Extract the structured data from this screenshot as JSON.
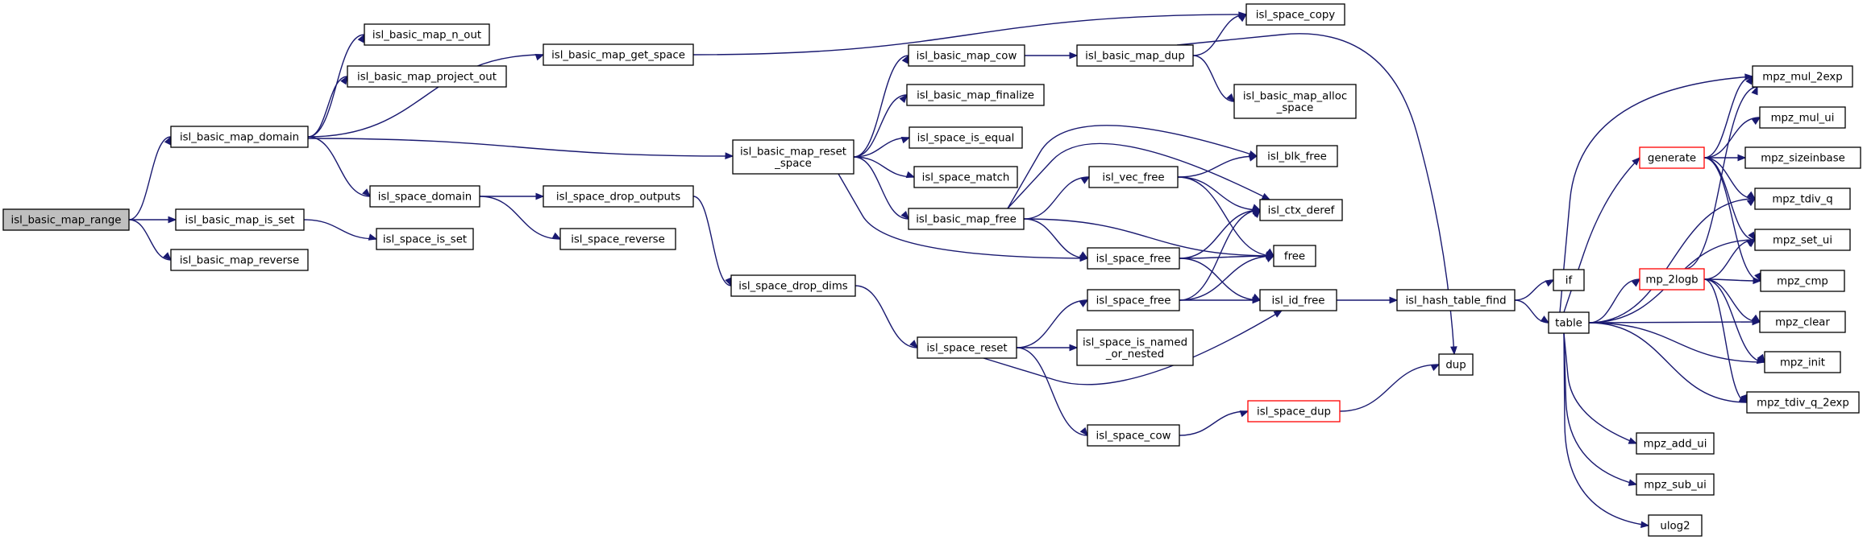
{
  "colors": {
    "edge": "#191970",
    "root_fill": "#bfbfbf",
    "highlight_border": "#ff0000"
  },
  "nodes": [
    {
      "id": "range",
      "lines": [
        "isl_basic_map_range"
      ],
      "style": "root"
    },
    {
      "id": "domain",
      "lines": [
        "isl_basic_map_domain"
      ]
    },
    {
      "id": "is_set",
      "lines": [
        "isl_basic_map_is_set"
      ]
    },
    {
      "id": "reverse",
      "lines": [
        "isl_basic_map_reverse"
      ]
    },
    {
      "id": "n_out",
      "lines": [
        "isl_basic_map_n_out"
      ]
    },
    {
      "id": "project_out",
      "lines": [
        "isl_basic_map_project_out"
      ]
    },
    {
      "id": "get_space",
      "lines": [
        "isl_basic_map_get_space"
      ]
    },
    {
      "id": "reset_space",
      "lines": [
        "isl_basic_map_reset",
        "_space"
      ]
    },
    {
      "id": "space_domain",
      "lines": [
        "isl_space_domain"
      ]
    },
    {
      "id": "space_is_set",
      "lines": [
        "isl_space_is_set"
      ]
    },
    {
      "id": "drop_outputs",
      "lines": [
        "isl_space_drop_outputs"
      ]
    },
    {
      "id": "space_reverse",
      "lines": [
        "isl_space_reverse"
      ]
    },
    {
      "id": "drop_dims",
      "lines": [
        "isl_space_drop_dims"
      ]
    },
    {
      "id": "space_copy",
      "lines": [
        "isl_space_copy"
      ]
    },
    {
      "id": "map_cow",
      "lines": [
        "isl_basic_map_cow"
      ]
    },
    {
      "id": "map_dup",
      "lines": [
        "isl_basic_map_dup"
      ]
    },
    {
      "id": "alloc_space",
      "lines": [
        "isl_basic_map_alloc",
        "_space"
      ]
    },
    {
      "id": "finalize",
      "lines": [
        "isl_basic_map_finalize"
      ]
    },
    {
      "id": "is_equal",
      "lines": [
        "isl_space_is_equal"
      ]
    },
    {
      "id": "match",
      "lines": [
        "isl_space_match"
      ]
    },
    {
      "id": "map_free",
      "lines": [
        "isl_basic_map_free"
      ]
    },
    {
      "id": "vec_free",
      "lines": [
        "isl_vec_free"
      ]
    },
    {
      "id": "blk_free",
      "lines": [
        "isl_blk_free"
      ]
    },
    {
      "id": "ctx_deref",
      "lines": [
        "isl_ctx_deref"
      ]
    },
    {
      "id": "free",
      "lines": [
        "free"
      ]
    },
    {
      "id": "space_free_a",
      "lines": [
        "isl_space_free"
      ]
    },
    {
      "id": "space_free_b",
      "lines": [
        "isl_space_free"
      ]
    },
    {
      "id": "id_free",
      "lines": [
        "isl_id_free"
      ]
    },
    {
      "id": "space_reset",
      "lines": [
        "isl_space_reset"
      ]
    },
    {
      "id": "named_nested",
      "lines": [
        "isl_space_is_named",
        "_or_nested"
      ]
    },
    {
      "id": "space_cow",
      "lines": [
        "isl_space_cow"
      ]
    },
    {
      "id": "space_dup",
      "lines": [
        "isl_space_dup"
      ],
      "style": "red"
    },
    {
      "id": "dup",
      "lines": [
        "dup"
      ]
    },
    {
      "id": "hash_find",
      "lines": [
        "isl_hash_table_find"
      ]
    },
    {
      "id": "if",
      "lines": [
        "if"
      ]
    },
    {
      "id": "table",
      "lines": [
        "table"
      ]
    },
    {
      "id": "generate",
      "lines": [
        "generate"
      ],
      "style": "red"
    },
    {
      "id": "mp_2logb",
      "lines": [
        "mp_2logb"
      ],
      "style": "red"
    },
    {
      "id": "mul_2exp",
      "lines": [
        "mpz_mul_2exp"
      ]
    },
    {
      "id": "mul_ui",
      "lines": [
        "mpz_mul_ui"
      ]
    },
    {
      "id": "sizeinbase",
      "lines": [
        "mpz_sizeinbase"
      ]
    },
    {
      "id": "tdiv_q",
      "lines": [
        "mpz_tdiv_q"
      ]
    },
    {
      "id": "set_ui",
      "lines": [
        "mpz_set_ui"
      ]
    },
    {
      "id": "cmp",
      "lines": [
        "mpz_cmp"
      ]
    },
    {
      "id": "clear",
      "lines": [
        "mpz_clear"
      ]
    },
    {
      "id": "init",
      "lines": [
        "mpz_init"
      ]
    },
    {
      "id": "tdiv_q_2exp",
      "lines": [
        "mpz_tdiv_q_2exp"
      ]
    },
    {
      "id": "add_ui",
      "lines": [
        "mpz_add_ui"
      ]
    },
    {
      "id": "sub_ui",
      "lines": [
        "mpz_sub_ui"
      ]
    },
    {
      "id": "ulog2",
      "lines": [
        "ulog2"
      ]
    }
  ],
  "edges": [
    [
      "range",
      "domain"
    ],
    [
      "range",
      "is_set"
    ],
    [
      "range",
      "reverse"
    ],
    [
      "domain",
      "n_out"
    ],
    [
      "domain",
      "project_out"
    ],
    [
      "domain",
      "get_space"
    ],
    [
      "domain",
      "reset_space"
    ],
    [
      "domain",
      "space_domain"
    ],
    [
      "is_set",
      "space_is_set"
    ],
    [
      "get_space",
      "space_copy"
    ],
    [
      "space_domain",
      "drop_outputs"
    ],
    [
      "space_domain",
      "space_reverse"
    ],
    [
      "drop_outputs",
      "drop_dims"
    ],
    [
      "drop_dims",
      "space_reset"
    ],
    [
      "reset_space",
      "map_cow"
    ],
    [
      "reset_space",
      "finalize"
    ],
    [
      "reset_space",
      "is_equal"
    ],
    [
      "reset_space",
      "match"
    ],
    [
      "reset_space",
      "map_free"
    ],
    [
      "reset_space",
      "space_free_a"
    ],
    [
      "map_cow",
      "map_dup"
    ],
    [
      "map_dup",
      "space_copy"
    ],
    [
      "map_dup",
      "alloc_space"
    ],
    [
      "map_dup",
      "dup"
    ],
    [
      "map_free",
      "blk_free"
    ],
    [
      "map_free",
      "ctx_deref"
    ],
    [
      "map_free",
      "vec_free"
    ],
    [
      "map_free",
      "free"
    ],
    [
      "map_free",
      "space_free_a"
    ],
    [
      "vec_free",
      "blk_free"
    ],
    [
      "vec_free",
      "ctx_deref"
    ],
    [
      "vec_free",
      "free"
    ],
    [
      "space_free_a",
      "ctx_deref"
    ],
    [
      "space_free_a",
      "free"
    ],
    [
      "space_free_a",
      "id_free"
    ],
    [
      "space_free_b",
      "ctx_deref"
    ],
    [
      "space_free_b",
      "free"
    ],
    [
      "space_free_b",
      "id_free"
    ],
    [
      "space_reset",
      "space_free_b"
    ],
    [
      "space_reset",
      "named_nested"
    ],
    [
      "space_reset",
      "id_free"
    ],
    [
      "space_reset",
      "space_cow"
    ],
    [
      "space_cow",
      "space_dup"
    ],
    [
      "space_dup",
      "dup"
    ],
    [
      "id_free",
      "hash_find"
    ],
    [
      "hash_find",
      "if"
    ],
    [
      "hash_find",
      "table"
    ],
    [
      "table",
      "mul_2exp"
    ],
    [
      "table",
      "generate"
    ],
    [
      "table",
      "tdiv_q"
    ],
    [
      "table",
      "set_ui"
    ],
    [
      "table",
      "mp_2logb"
    ],
    [
      "table",
      "clear"
    ],
    [
      "table",
      "init"
    ],
    [
      "table",
      "tdiv_q_2exp"
    ],
    [
      "table",
      "add_ui"
    ],
    [
      "table",
      "sub_ui"
    ],
    [
      "table",
      "ulog2"
    ],
    [
      "generate",
      "mul_2exp"
    ],
    [
      "generate",
      "mul_ui"
    ],
    [
      "generate",
      "sizeinbase"
    ],
    [
      "generate",
      "tdiv_q"
    ],
    [
      "generate",
      "set_ui"
    ],
    [
      "generate",
      "cmp"
    ],
    [
      "mp_2logb",
      "mul_2exp"
    ],
    [
      "mp_2logb",
      "set_ui"
    ],
    [
      "mp_2logb",
      "cmp"
    ],
    [
      "mp_2logb",
      "clear"
    ],
    [
      "mp_2logb",
      "init"
    ],
    [
      "mp_2logb",
      "tdiv_q_2exp"
    ]
  ]
}
